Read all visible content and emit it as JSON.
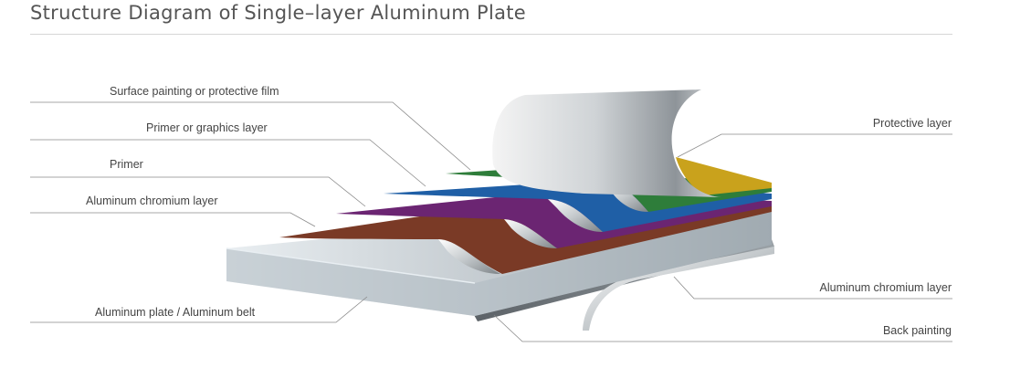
{
  "title": "Structure Diagram of Single–layer Aluminum Plate",
  "labels": {
    "surface_painting": "Surface painting or protective film",
    "primer_graphics": "Primer or graphics layer",
    "primer": "Primer",
    "aluminum_chromium_left": "Aluminum chromium layer",
    "aluminum_plate": "Aluminum plate / Aluminum belt",
    "protective_layer": "Protective layer",
    "aluminum_chromium_right": "Aluminum chromium layer",
    "back_painting": "Back painting"
  },
  "colors": {
    "green_layer": "#2e7d3a",
    "blue_layer": "#1f5fa6",
    "purple_layer": "#6b2572",
    "brown_layer": "#7a3a26",
    "yellow_layer": "#c9a21c",
    "aluminum": "#c9d2d8"
  }
}
